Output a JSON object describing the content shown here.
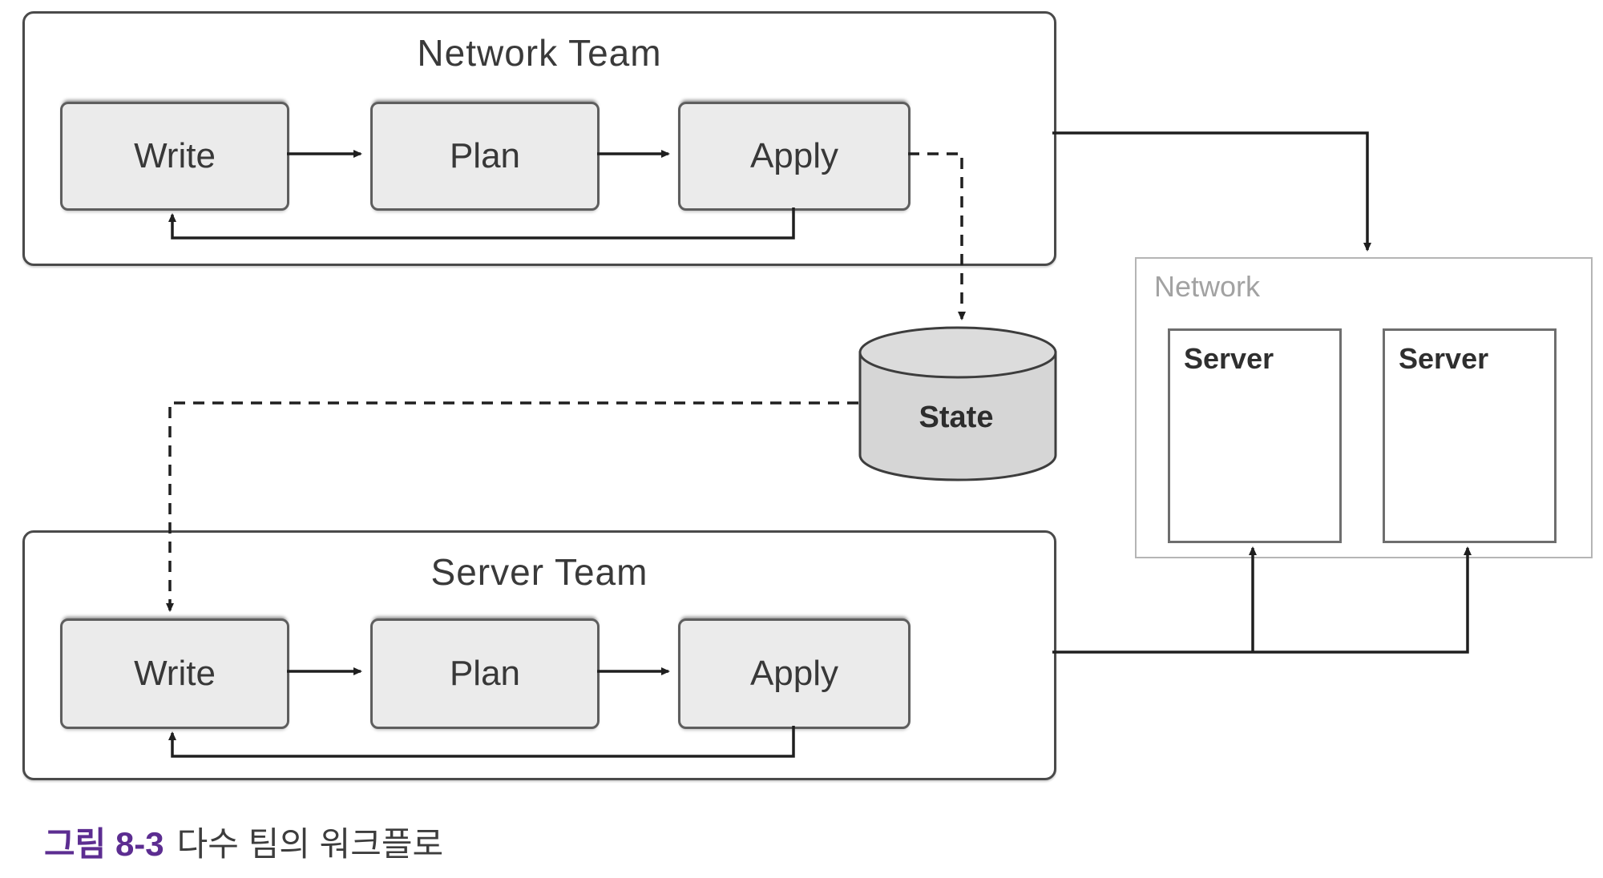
{
  "teams": [
    {
      "title": "Network Team",
      "steps": [
        {
          "label": "Write"
        },
        {
          "label": "Plan"
        },
        {
          "label": "Apply"
        }
      ]
    },
    {
      "title": "Server Team",
      "steps": [
        {
          "label": "Write"
        },
        {
          "label": "Plan"
        },
        {
          "label": "Apply"
        }
      ]
    }
  ],
  "state_store": {
    "label": "State"
  },
  "network_zone": {
    "label": "Network",
    "servers": [
      {
        "label": "Server"
      },
      {
        "label": "Server"
      }
    ]
  },
  "caption": {
    "figure_label": "그림 8-3",
    "text": "다수 팀의 워크플로"
  },
  "colors": {
    "figure_label": "#5c2d91",
    "caption_text": "#3d3d3d",
    "team_border": "#4a4a4a",
    "step_fill": "#ebebeb",
    "step_border": "#5e5e5e",
    "line": "#1f1f1f",
    "network_border": "#b5b5b5",
    "network_label": "#a2a2a2",
    "server_border": "#6e6e6e",
    "cylinder_fill": "#d6d6d6",
    "cylinder_stroke": "#3d3d3d",
    "canvas_bg": "#ffffff"
  }
}
